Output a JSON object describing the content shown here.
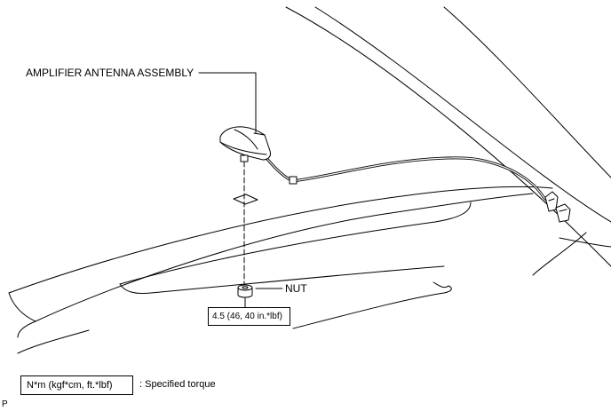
{
  "labels": {
    "amplifier_antenna_assembly": "AMPLIFIER ANTENNA ASSEMBLY",
    "nut": "NUT",
    "torque_value": "4.5 (46, 40 in.*lbf)",
    "legend_unit": "N*m (kgf*cm, ft.*lbf)",
    "legend_description": ": Specified torque",
    "figure_code": "P"
  }
}
